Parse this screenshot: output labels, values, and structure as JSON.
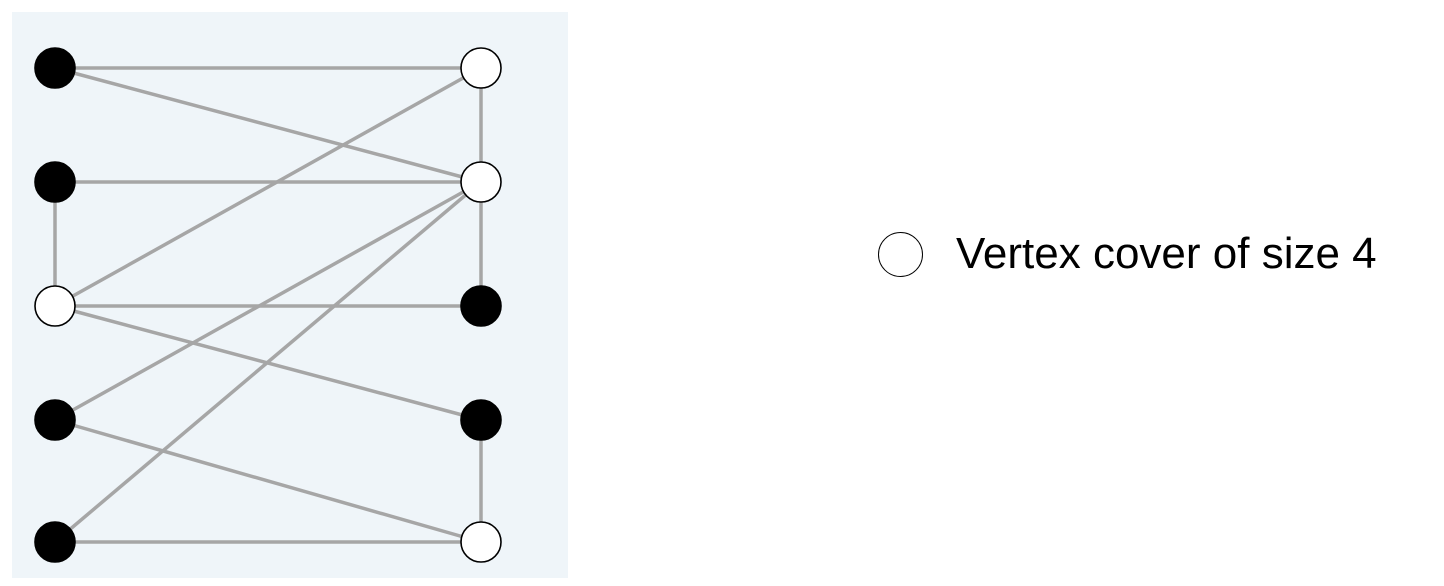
{
  "colors": {
    "background": "#ffffff",
    "panel": "#eff5f9",
    "edge": "#a6a6a6",
    "selected_vertex_fill": "#ffffff",
    "unselected_vertex_fill": "#000000",
    "vertex_stroke": "#000000"
  },
  "graph": {
    "left_vertices": [
      {
        "id": "L1",
        "in_cover": false
      },
      {
        "id": "L2",
        "in_cover": false
      },
      {
        "id": "L3",
        "in_cover": true
      },
      {
        "id": "L4",
        "in_cover": false
      },
      {
        "id": "L5",
        "in_cover": false
      }
    ],
    "right_vertices": [
      {
        "id": "R1",
        "in_cover": true
      },
      {
        "id": "R2",
        "in_cover": true
      },
      {
        "id": "R3",
        "in_cover": false
      },
      {
        "id": "R4",
        "in_cover": false
      },
      {
        "id": "R5",
        "in_cover": true
      }
    ],
    "edges": [
      [
        "L1",
        "R1"
      ],
      [
        "L1",
        "R2"
      ],
      [
        "L2",
        "R2"
      ],
      [
        "L2",
        "L3"
      ],
      [
        "L3",
        "R1"
      ],
      [
        "L3",
        "R3"
      ],
      [
        "L3",
        "R4"
      ],
      [
        "L4",
        "R2"
      ],
      [
        "L4",
        "R5"
      ],
      [
        "L5",
        "R2"
      ],
      [
        "L5",
        "R5"
      ],
      [
        "R1",
        "R2"
      ],
      [
        "R2",
        "R3"
      ],
      [
        "R4",
        "R5"
      ]
    ]
  },
  "legend": {
    "icon": "open-circle-icon",
    "label": "Vertex cover of size 4"
  }
}
